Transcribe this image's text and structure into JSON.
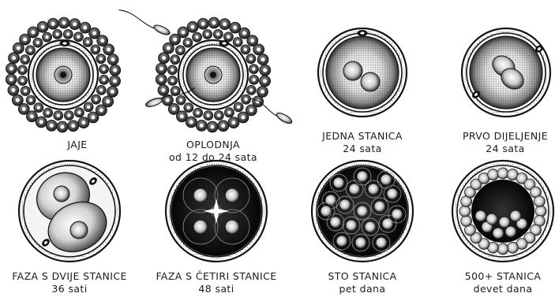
{
  "stages": [
    {
      "id": "egg",
      "title": "JAJE",
      "subtitle": ""
    },
    {
      "id": "fertilization",
      "title": "OPLODNJA",
      "subtitle": "od 12 do 24 sata"
    },
    {
      "id": "one-cell",
      "title": "JEDNA STANICA",
      "subtitle": "24 sata"
    },
    {
      "id": "first-division",
      "title": "PRVO DIJELJENJE",
      "subtitle": "24 sata"
    },
    {
      "id": "two-cell",
      "title": "FAZA S DVIJE STANICE",
      "subtitle": "36 sati"
    },
    {
      "id": "four-cell",
      "title": "FAZA S ČETIRI STANICE",
      "subtitle": "48 sati"
    },
    {
      "id": "hundred-cell",
      "title": "STO STANICA",
      "subtitle": "pet dana"
    },
    {
      "id": "blastocyst",
      "title": "500+ STANICA",
      "subtitle": "devet dana"
    }
  ],
  "colors": {
    "ink": "#141414",
    "paper": "#ffffff",
    "stipple": "#2a2a2a"
  }
}
